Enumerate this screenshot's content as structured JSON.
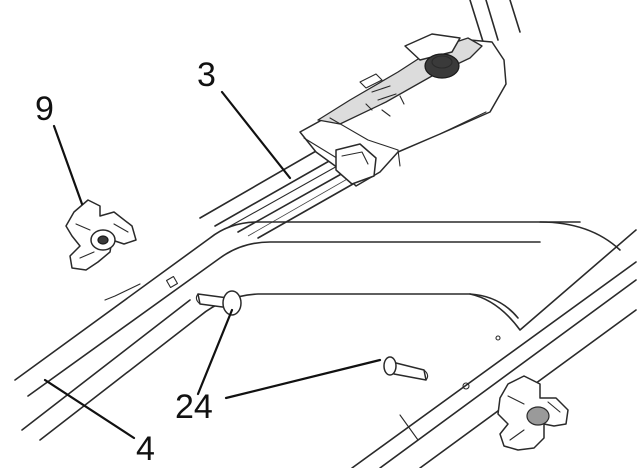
{
  "callouts": {
    "handle_tube": "3",
    "knob": "9",
    "bolts": "24",
    "lower_frame": "4"
  }
}
